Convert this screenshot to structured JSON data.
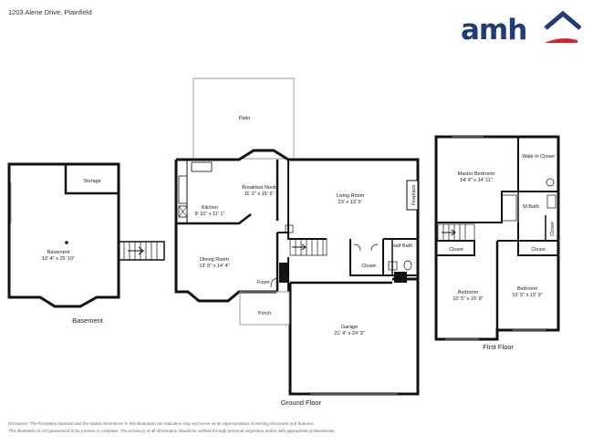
{
  "address": "1203 Alene Drive, Plainfield",
  "logo": {
    "text": "amh",
    "brand_color": "#1f3d7a",
    "accent_color": "#d8232a"
  },
  "floors": {
    "basement": "Basement",
    "ground": "Ground Floor",
    "first": "First Floor"
  },
  "rooms": {
    "storage": {
      "name": "Storage"
    },
    "basement": {
      "name": "Basement",
      "dims": "19' 4\" x 25' 10\""
    },
    "patio": {
      "name": "Patio"
    },
    "kitchen": {
      "name": "Kitchen",
      "dims": "8' 10\" x 11' 1\""
    },
    "breakfast_nook": {
      "name": "Breakfast Nook",
      "dims": "11' 2\" x 15' 6\""
    },
    "living_room": {
      "name": "Living Room",
      "dims": "23' x 13' 5\""
    },
    "fireplace": {
      "name": "Fireplace"
    },
    "dining_room": {
      "name": "Dining Room",
      "dims": "13' 6\" x 14' 4\""
    },
    "foyer": {
      "name": "Foyer"
    },
    "closet_foyer": {
      "name": "Closet"
    },
    "closet_ground": {
      "name": "Closet"
    },
    "half_bath": {
      "name": "Half Bath"
    },
    "porch": {
      "name": "Porch"
    },
    "garage": {
      "name": "Garage",
      "dims": "21' 4\" x 24' 3\""
    },
    "master_bedroom": {
      "name": "Master Bedroom",
      "dims": "14' 4\" x 14' 11\""
    },
    "walk_in_closet": {
      "name": "Walk-In Closet"
    },
    "m_bath": {
      "name": "M.Bath"
    },
    "closet_master": {
      "name": "Closet"
    },
    "closet_bed_left": {
      "name": "Closet"
    },
    "closet_bed_right": {
      "name": "Closet"
    },
    "bedroom_left": {
      "name": "Bedroom",
      "dims": "10' 5\" x 16' 8\""
    },
    "bedroom_right": {
      "name": "Bedroom",
      "dims": "10' 5\" x 15' 9\""
    }
  },
  "disclaimer": {
    "line1": "Disclaimer: The floorplans depicted and the stated dimensions in this illustration are indicative only and serve as an approximation of existing structures and features.",
    "line2": "This illustration is not guaranteed to be precise or complete. The accuracy of all information should be verified through personal inspection and/or with appropriate professionals."
  }
}
